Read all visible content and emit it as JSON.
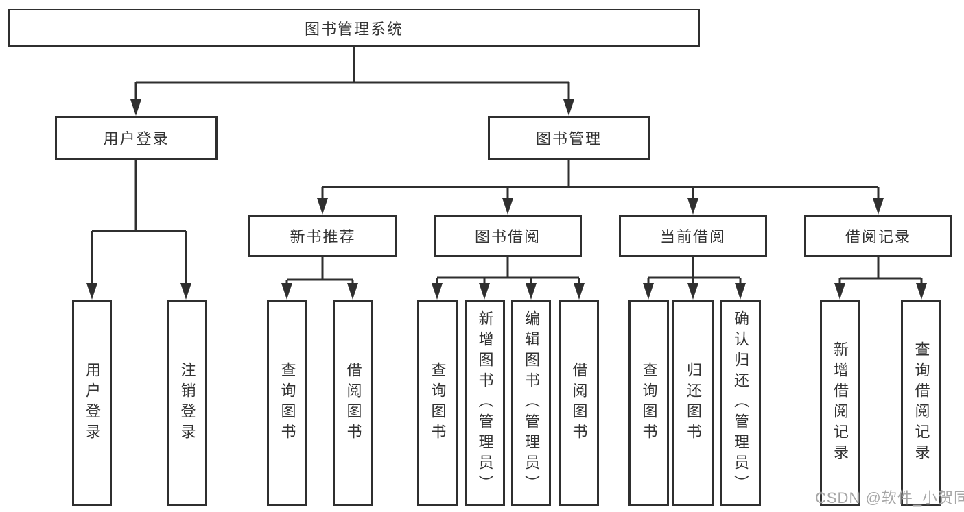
{
  "diagram": {
    "root": {
      "label": "图书管理系统"
    },
    "branches": [
      {
        "label": "用户登录",
        "children": [
          {
            "label": "用户登录"
          },
          {
            "label": "注销登录"
          }
        ]
      },
      {
        "label": "图书管理",
        "children": [
          {
            "label": "新书推荐",
            "children": [
              {
                "label": "查询图书"
              },
              {
                "label": "借阅图书"
              }
            ]
          },
          {
            "label": "图书借阅",
            "children": [
              {
                "label": "查询图书"
              },
              {
                "label": "新增图书（管理员）"
              },
              {
                "label": "编辑图书（管理员）"
              },
              {
                "label": "借阅图书"
              }
            ]
          },
          {
            "label": "当前借阅",
            "children": [
              {
                "label": "查询图书"
              },
              {
                "label": "归还图书"
              },
              {
                "label": "确认归还（管理员）"
              }
            ]
          },
          {
            "label": "借阅记录",
            "children": [
              {
                "label": "新增借阅记录"
              },
              {
                "label": "查询借阅记录"
              }
            ]
          }
        ]
      }
    ]
  },
  "watermark": {
    "text": "CSDN @软件_小贺同学"
  },
  "colors": {
    "line": "#2f2f2f",
    "text": "#333333",
    "watermark": "#a6a6a6",
    "background": "#ffffff"
  }
}
